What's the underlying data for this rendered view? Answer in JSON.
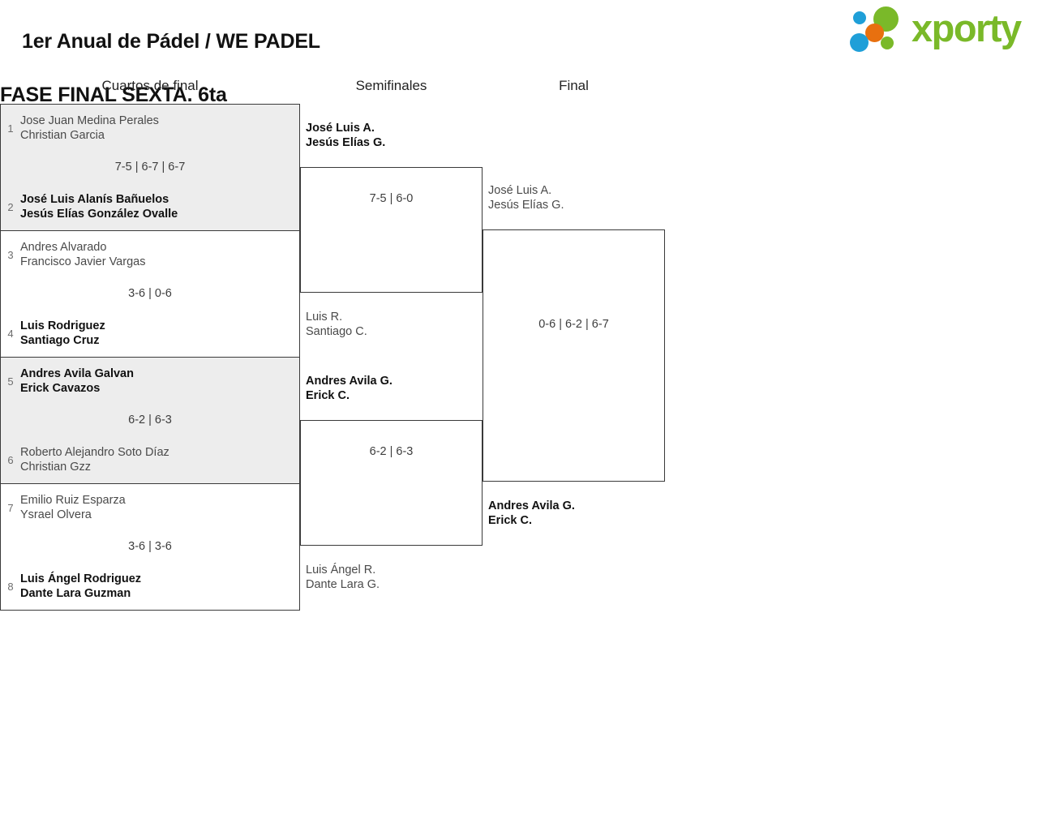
{
  "header": {
    "title_line1": "1er Anual de Pádel / WE PADEL",
    "title_line2": "FASE FINAL SEXTA. 6ta",
    "logo_text": "xporty",
    "logo_colors": {
      "green": "#7ab929",
      "blue": "#1f9fd8",
      "orange": "#e8700f"
    }
  },
  "columns": {
    "quarterfinals": "Cuartos de final",
    "semifinals": "Semifinales",
    "final": "Final"
  },
  "quarterfinals": [
    {
      "top": {
        "seed": "1",
        "player1": "Jose Juan Medina Perales",
        "player2": "Christian Garcia",
        "winner": false
      },
      "bottom": {
        "seed": "2",
        "player1": "José Luis Alanís Bañuelos",
        "player2": "Jesús Elías González Ovalle",
        "winner": true
      },
      "score": "7-5 | 6-7 | 6-7"
    },
    {
      "top": {
        "seed": "3",
        "player1": "Andres Alvarado",
        "player2": "Francisco Javier Vargas",
        "winner": false
      },
      "bottom": {
        "seed": "4",
        "player1": "Luis Rodriguez",
        "player2": "Santiago Cruz",
        "winner": true
      },
      "score": "3-6 | 0-6"
    },
    {
      "top": {
        "seed": "5",
        "player1": "Andres Avila Galvan",
        "player2": "Erick Cavazos",
        "winner": true
      },
      "bottom": {
        "seed": "6",
        "player1": "Roberto Alejandro Soto Díaz",
        "player2": "Christian Gzz",
        "winner": false
      },
      "score": "6-2 | 6-3"
    },
    {
      "top": {
        "seed": "7",
        "player1": "Emilio Ruiz Esparza",
        "player2": "Ysrael Olvera",
        "winner": false
      },
      "bottom": {
        "seed": "8",
        "player1": "Luis Ángel Rodriguez",
        "player2": "Dante Lara Guzman",
        "winner": true
      },
      "score": "3-6 | 3-6"
    }
  ],
  "semifinals": [
    {
      "top": {
        "player1": "José Luis A.",
        "player2": "Jesús Elías G.",
        "winner": true
      },
      "bottom": {
        "player1": "Luis R.",
        "player2": "Santiago C.",
        "winner": false
      },
      "score": "7-5 | 6-0"
    },
    {
      "top": {
        "player1": "Andres Avila G.",
        "player2": "Erick C.",
        "winner": true
      },
      "bottom": {
        "player1": "Luis Ángel R.",
        "player2": "Dante Lara G.",
        "winner": false
      },
      "score": "6-2 | 6-3"
    }
  ],
  "final": {
    "top": {
      "player1": "José Luis A.",
      "player2": "Jesús Elías G.",
      "winner": false
    },
    "bottom": {
      "player1": "Andres Avila G.",
      "player2": "Erick C.",
      "winner": true
    },
    "score": "0-6 | 6-2 | 6-7"
  }
}
